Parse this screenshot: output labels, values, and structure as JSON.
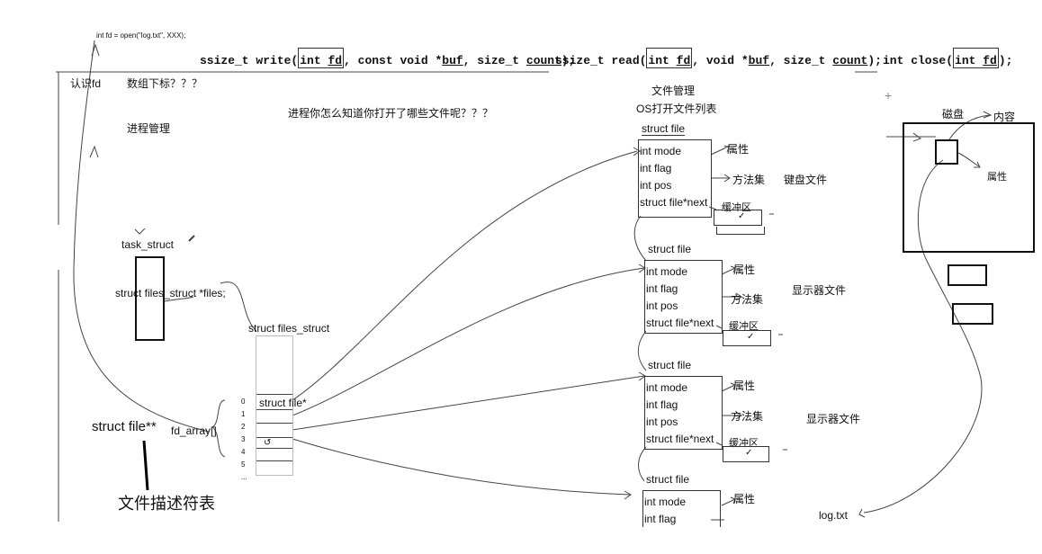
{
  "top_note": "int fd = open(\"log.txt\", XXX);",
  "signatures": {
    "write": {
      "pre": "ssize_t write(",
      "int": "int",
      "fd": "fd",
      "mid": ", const void *",
      "buf": "buf",
      "mid2": ", size_t ",
      "count": "count",
      "end": ");"
    },
    "read": {
      "pre": "ssize_t read(",
      "int": "int",
      "fd": "fd",
      "mid": ", void *",
      "buf": "buf",
      "mid2": ", size_t ",
      "count": "count",
      "end": ");"
    },
    "close": {
      "pre": "int close(",
      "int": "int",
      "fd": "fd",
      "end": ");"
    }
  },
  "labels": {
    "know_fd": "认识fd",
    "array_index": "数组下标？？？",
    "process_mgmt": "进程管理",
    "question": "进程你怎么知道你打开了哪些文件呢？？？",
    "file_mgmt": "文件管理",
    "os_open_list": "OS打开文件列表",
    "disk": "磁盘",
    "content": "内容",
    "attribute": "属性",
    "task_struct": "task_struct",
    "files_ptr": "struct files_struct *files;",
    "files_struct": "struct files_struct",
    "fd_array": "fd_array[]",
    "struct_file_pp": "struct file**",
    "fd_table": "文件描述符表",
    "struct_file_p": "struct file*",
    "log_txt": "log.txt"
  },
  "fd_indices": [
    "0",
    "1",
    "2",
    "3",
    "4",
    "5",
    "..."
  ],
  "struct_files": [
    {
      "title": "struct file",
      "fields": [
        "int mode",
        "int flag",
        "int pos",
        "struct file*next"
      ],
      "attr": "属性",
      "ops": "方法集",
      "buffer": "缓冲区",
      "kind": "键盘文件"
    },
    {
      "title": "struct file",
      "fields": [
        "int mode",
        "int flag",
        "int pos",
        "struct file*next"
      ],
      "attr": "属性",
      "ops": "方法集",
      "buffer": "缓冲区",
      "kind": "显示器文件"
    },
    {
      "title": "struct file",
      "fields": [
        "int mode",
        "int flag",
        "int pos",
        "struct file*next"
      ],
      "attr": "属性",
      "ops": "方法集",
      "buffer": "缓冲区",
      "kind": "显示器文件"
    },
    {
      "title": "struct file",
      "fields": [
        "int mode",
        "int flag"
      ],
      "attr": "属性"
    }
  ],
  "marks": {
    "check": "✓",
    "plus": "+",
    "pencil": "✎"
  }
}
